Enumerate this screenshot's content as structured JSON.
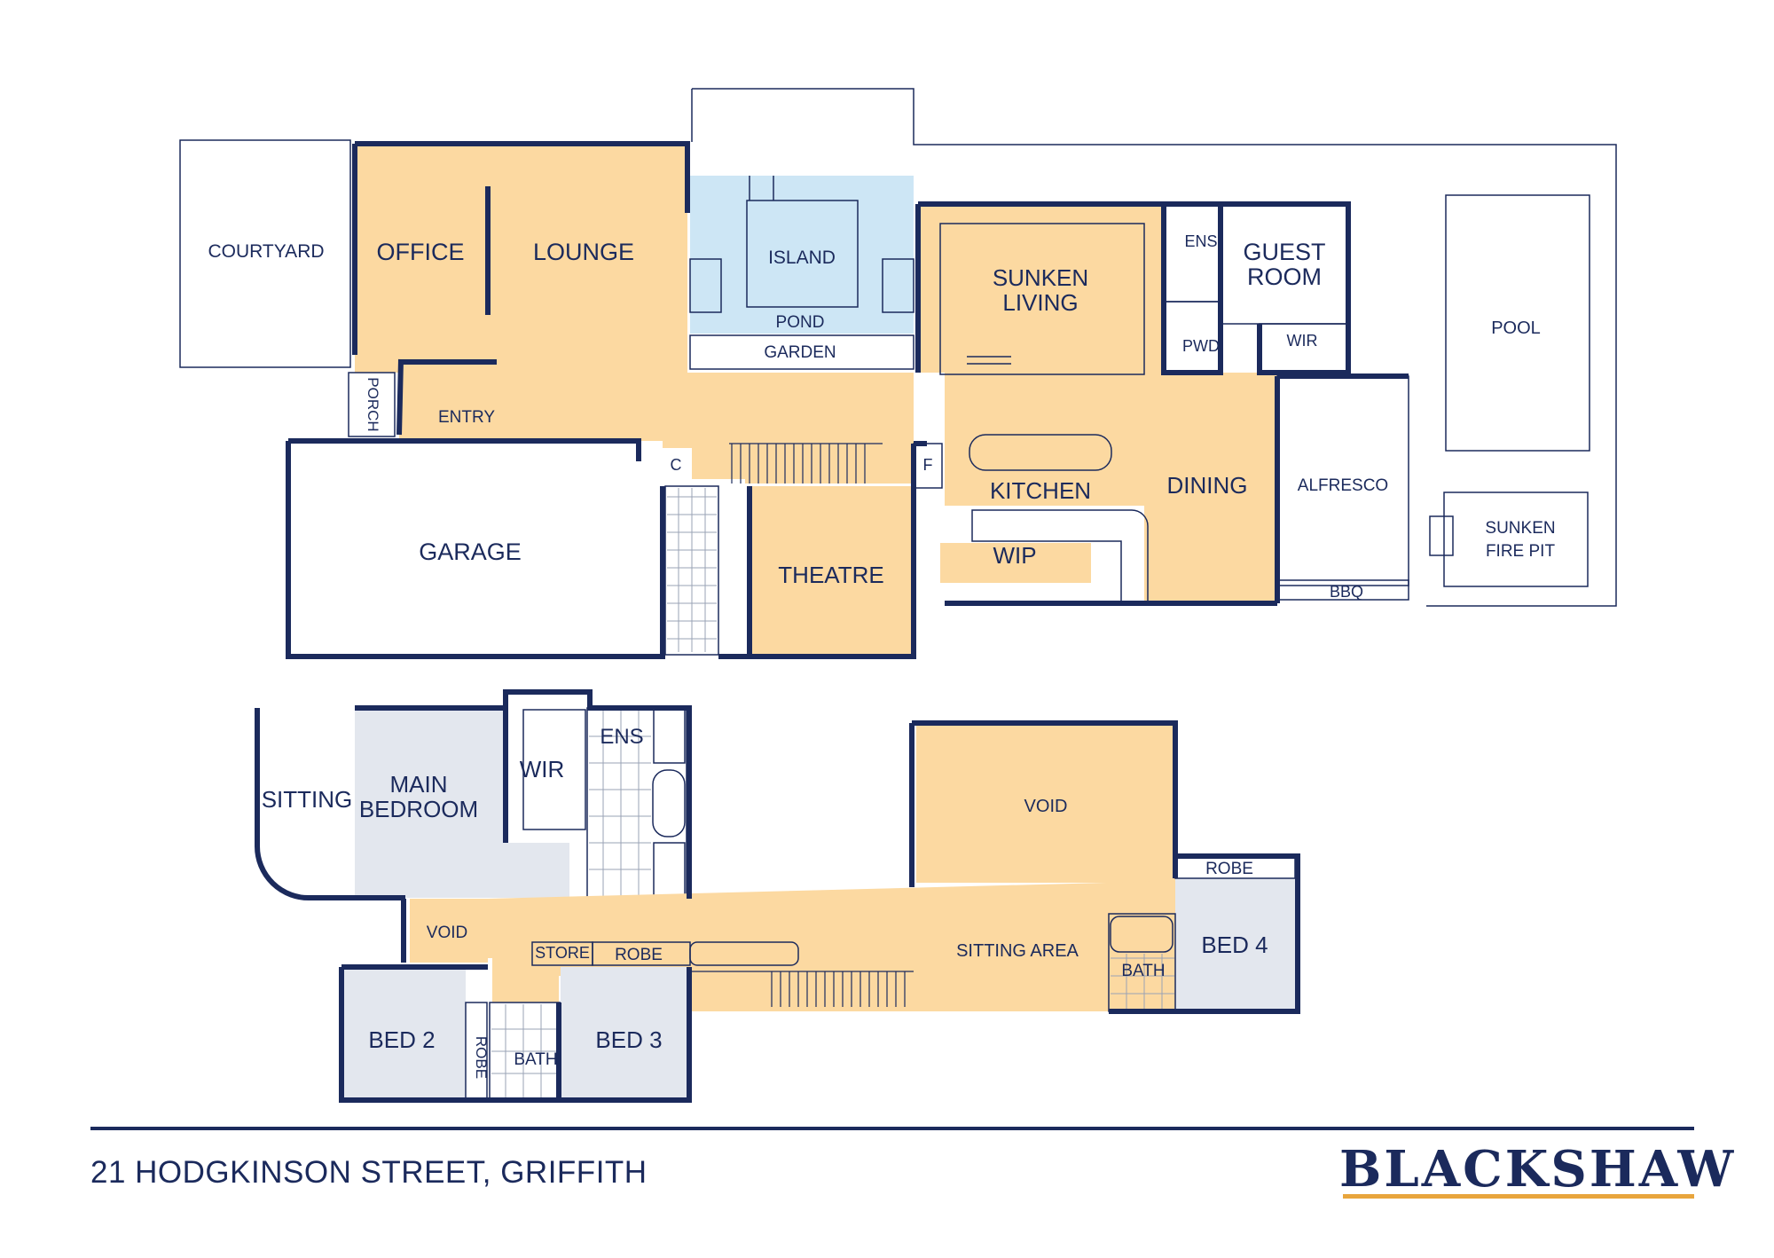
{
  "colors": {
    "wall": "#1b2a5c",
    "living": "#fcd9a1",
    "water": "#cde6f5",
    "bedroom": "#e3e7ee",
    "accent": "#e8a53c"
  },
  "ground_floor": {
    "courtyard": "COURTYARD",
    "office": "OFFICE",
    "lounge": "LOUNGE",
    "island": "ISLAND",
    "pond": "POND",
    "garden": "GARDEN",
    "sunken_living_1": "SUNKEN",
    "sunken_living_2": "LIVING",
    "ens": "ENS",
    "guest_room_1": "GUEST",
    "guest_room_2": "ROOM",
    "pwd": "PWD",
    "wir": "WIR",
    "pool": "POOL",
    "porch": "PORCH",
    "entry": "ENTRY",
    "c": "C",
    "f": "F",
    "kitchen": "KITCHEN",
    "dining": "DINING",
    "alfresco": "ALFRESCO",
    "garage": "GARAGE",
    "theatre": "THEATRE",
    "wip": "WIP",
    "bbq": "BBQ",
    "sunken_fire_pit_1": "SUNKEN",
    "sunken_fire_pit_2": "FIRE PIT"
  },
  "first_floor": {
    "sitting": "SITTING",
    "main_bedroom_1": "MAIN",
    "main_bedroom_2": "BEDROOM",
    "wir": "WIR",
    "ens": "ENS",
    "void_large": "VOID",
    "robe_bed4": "ROBE",
    "void_small": "VOID",
    "store": "STORE",
    "robe": "ROBE",
    "sitting_area": "SITTING AREA",
    "bath_bed4": "BATH",
    "bed4": "BED 4",
    "bed2": "BED 2",
    "robe_bed2": "ROBE",
    "bath": "BATH",
    "bed3": "BED 3"
  },
  "footer": {
    "address": "21 HODGKINSON STREET, GRIFFITH",
    "logo": "BLACKSHAW"
  }
}
